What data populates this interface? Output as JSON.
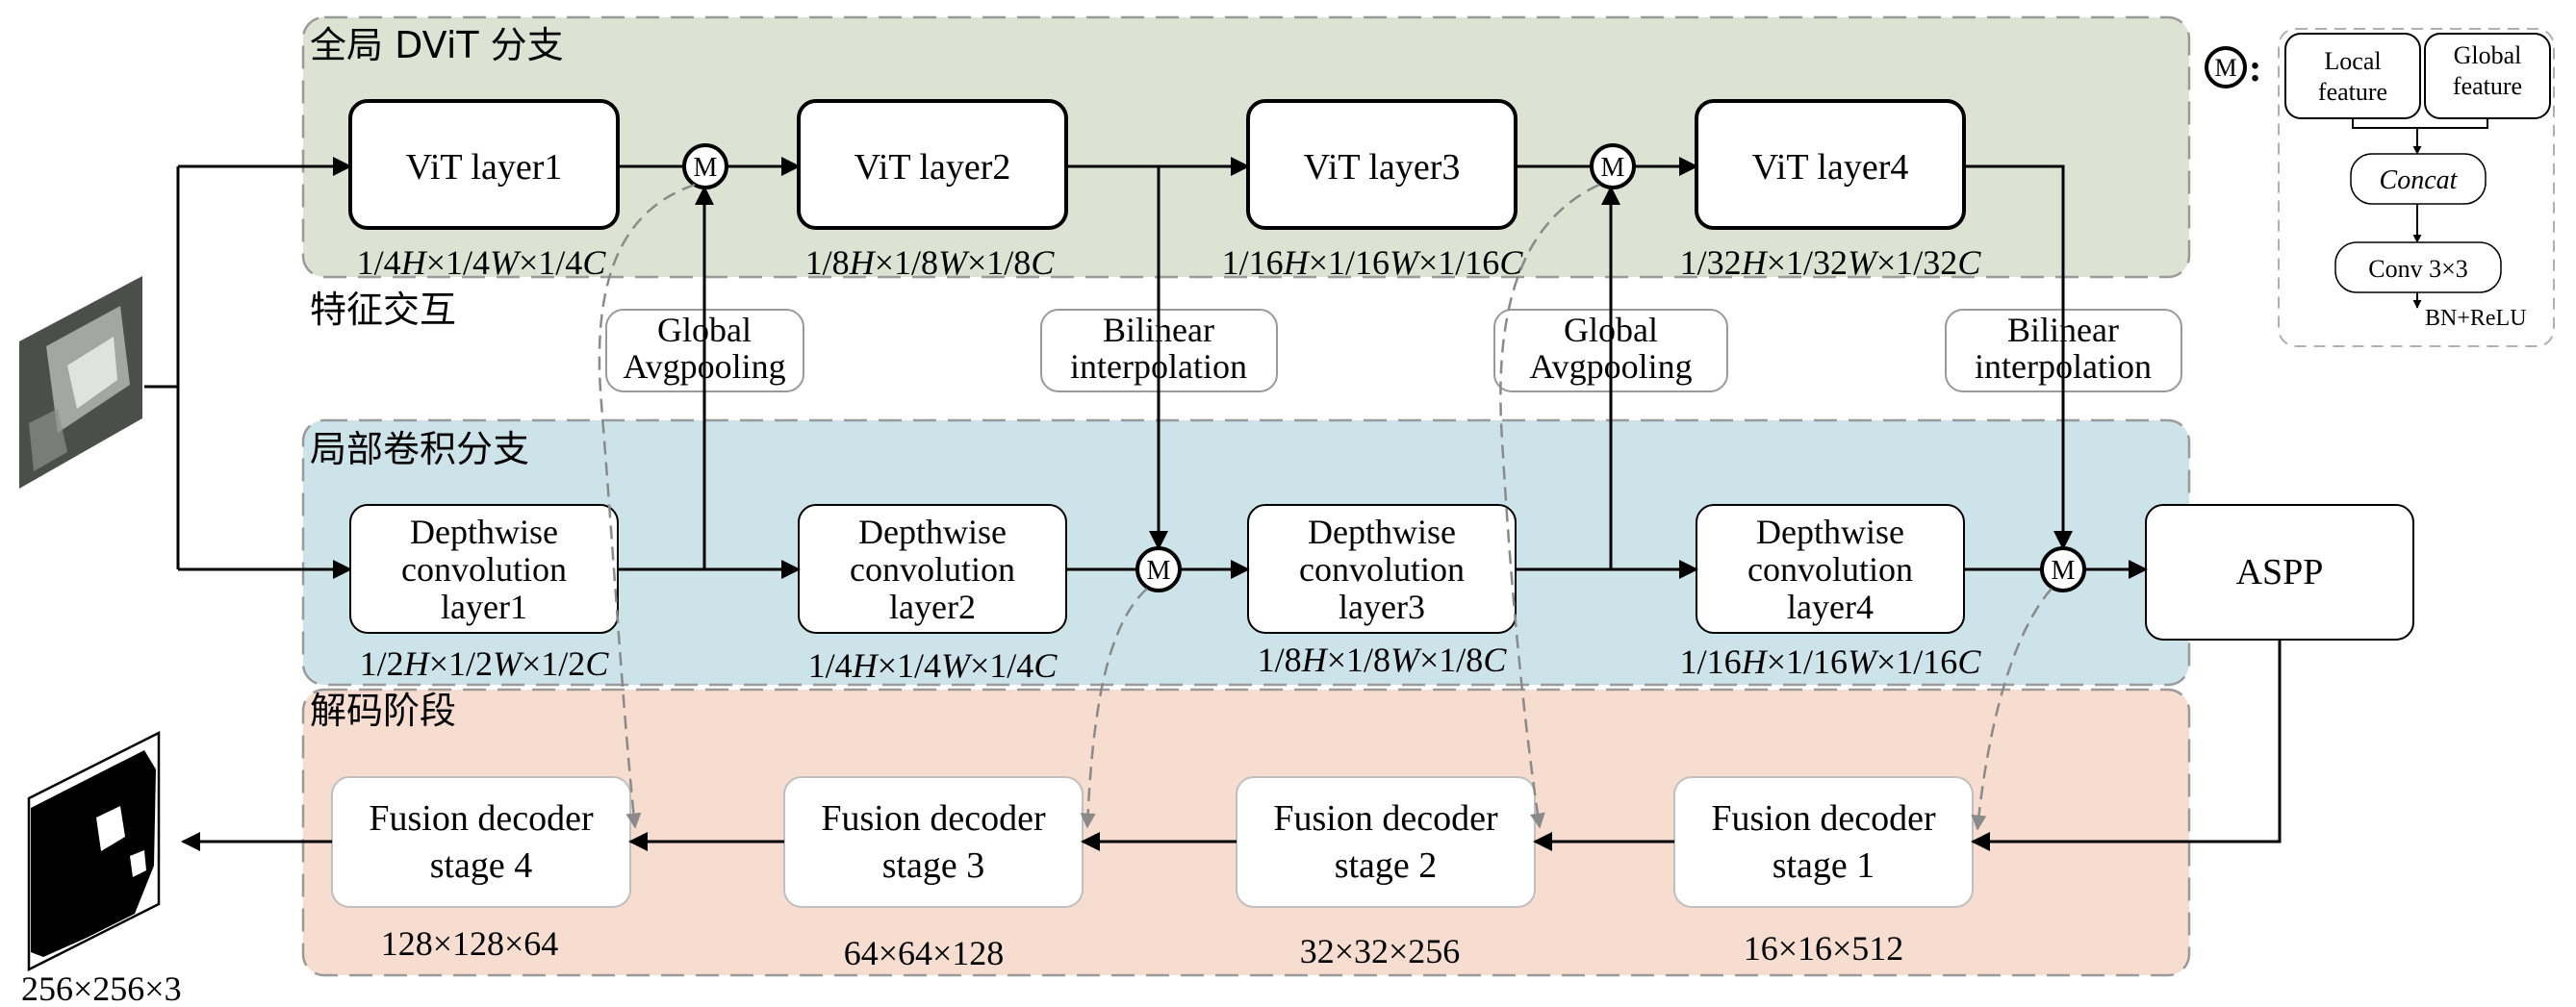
{
  "regions": {
    "global_branch": "全局 DViT 分支",
    "feature_interaction": "特征交互",
    "local_branch": "局部卷积分支",
    "decode_stage": "解码阶段"
  },
  "vit_layers": [
    "ViT layer1",
    "ViT layer2",
    "ViT layer3",
    "ViT layer4"
  ],
  "vit_dims": [
    [
      "1/4",
      "H",
      "×1/4",
      "W",
      "×1/4",
      "C"
    ],
    [
      "1/8",
      "H",
      "×1/8",
      "W",
      "×1/8",
      "C"
    ],
    [
      "1/16",
      "H",
      "×1/16",
      "W",
      "×1/16",
      "C"
    ],
    [
      "1/32",
      "H",
      "×1/32",
      "W",
      "×1/32",
      "C"
    ]
  ],
  "conv_layers": [
    [
      "Depthwise",
      "convolution",
      "layer1"
    ],
    [
      "Depthwise",
      "convolution",
      "layer2"
    ],
    [
      "Depthwise",
      "convolution",
      "layer3"
    ],
    [
      "Depthwise",
      "convolution",
      "layer4"
    ]
  ],
  "conv_dims": [
    [
      "1/2",
      "H",
      "×1/2",
      "W",
      "×1/2",
      "C"
    ],
    [
      "1/4",
      "H",
      "×1/4",
      "W",
      "×1/4",
      "C"
    ],
    [
      "1/8",
      "H",
      "×1/8",
      "W",
      "×1/8",
      "C"
    ],
    [
      "1/16",
      "H",
      "×1/16",
      "W",
      "×1/16",
      "C"
    ]
  ],
  "aspp": "ASPP",
  "interaction_ops": [
    [
      "Global",
      "Avgpooling"
    ],
    [
      "Bilinear",
      "interpolation"
    ],
    [
      "Global",
      "Avgpooling"
    ],
    [
      "Bilinear",
      "interpolation"
    ]
  ],
  "decoders": [
    [
      "Fusion decoder",
      "stage 4"
    ],
    [
      "Fusion decoder",
      "stage 3"
    ],
    [
      "Fusion decoder",
      "stage 2"
    ],
    [
      "Fusion decoder",
      "stage 1"
    ]
  ],
  "decoder_dims": [
    "128×128×64",
    "64×64×128",
    "32×32×256",
    "16×16×512"
  ],
  "output_dim": "256×256×3",
  "merge_symbol": "M",
  "legend": {
    "local_feature": [
      "Local",
      "feature"
    ],
    "global_feature": [
      "Global",
      "feature"
    ],
    "concat": "Concat",
    "conv": "Conv 3×3",
    "bn": "BN+ReLU"
  },
  "colors": {
    "global_region": "#dde3d3",
    "local_region": "#cde3ea",
    "decode_region": "#f6ddd0",
    "region_border": "#9a9a9a",
    "dashed_link": "#8a8a8a"
  }
}
